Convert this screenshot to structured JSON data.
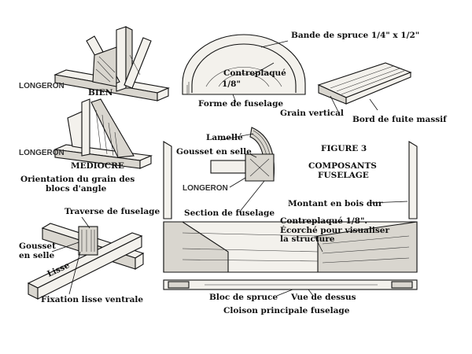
{
  "labels": {
    "spruce_strip": "Bande de spruce 1/4\" x 1/2\"",
    "contreplaque_18": "Contreplaqué",
    "contreplaque_18b": "1/8\"",
    "forme_fuselage": "Forme de fuselage",
    "grain_vertical": "Grain vertical",
    "bord_fuite": "Bord de fuite massif",
    "longeron_top": "LONGERON",
    "bien": "BIEN",
    "longeron_mid": "LONGERON",
    "mediocre": "MEDIOCRE",
    "orientation_1": "Orientation du grain des",
    "orientation_2": "blocs d'angle",
    "lamelle": "Lamellé",
    "gousset_selle": "Gousset en selle",
    "longeron_right": "LONGERON",
    "figure": "FIGURE 3",
    "composants": "COMPOSANTS",
    "fuselage_word": "FUSELAGE",
    "montant": "Montant en bois dur",
    "traverse": "Traverse de fuselage",
    "section": "Section de fuselage",
    "contreplaque_cut_1": "Contreplaqué 1/8\".",
    "contreplaque_cut_2": "Écorché pour visualiser",
    "contreplaque_cut_3": "la structure",
    "gousset_1": "Gousset",
    "gousset_2": "en selle",
    "lisse": "Lisse",
    "fixation": "Fixation lisse ventrale",
    "bloc_spruce": "Bloc de spruce",
    "vue_dessus": "Vue de dessus",
    "cloison": "Cloison principale fuselage"
  }
}
